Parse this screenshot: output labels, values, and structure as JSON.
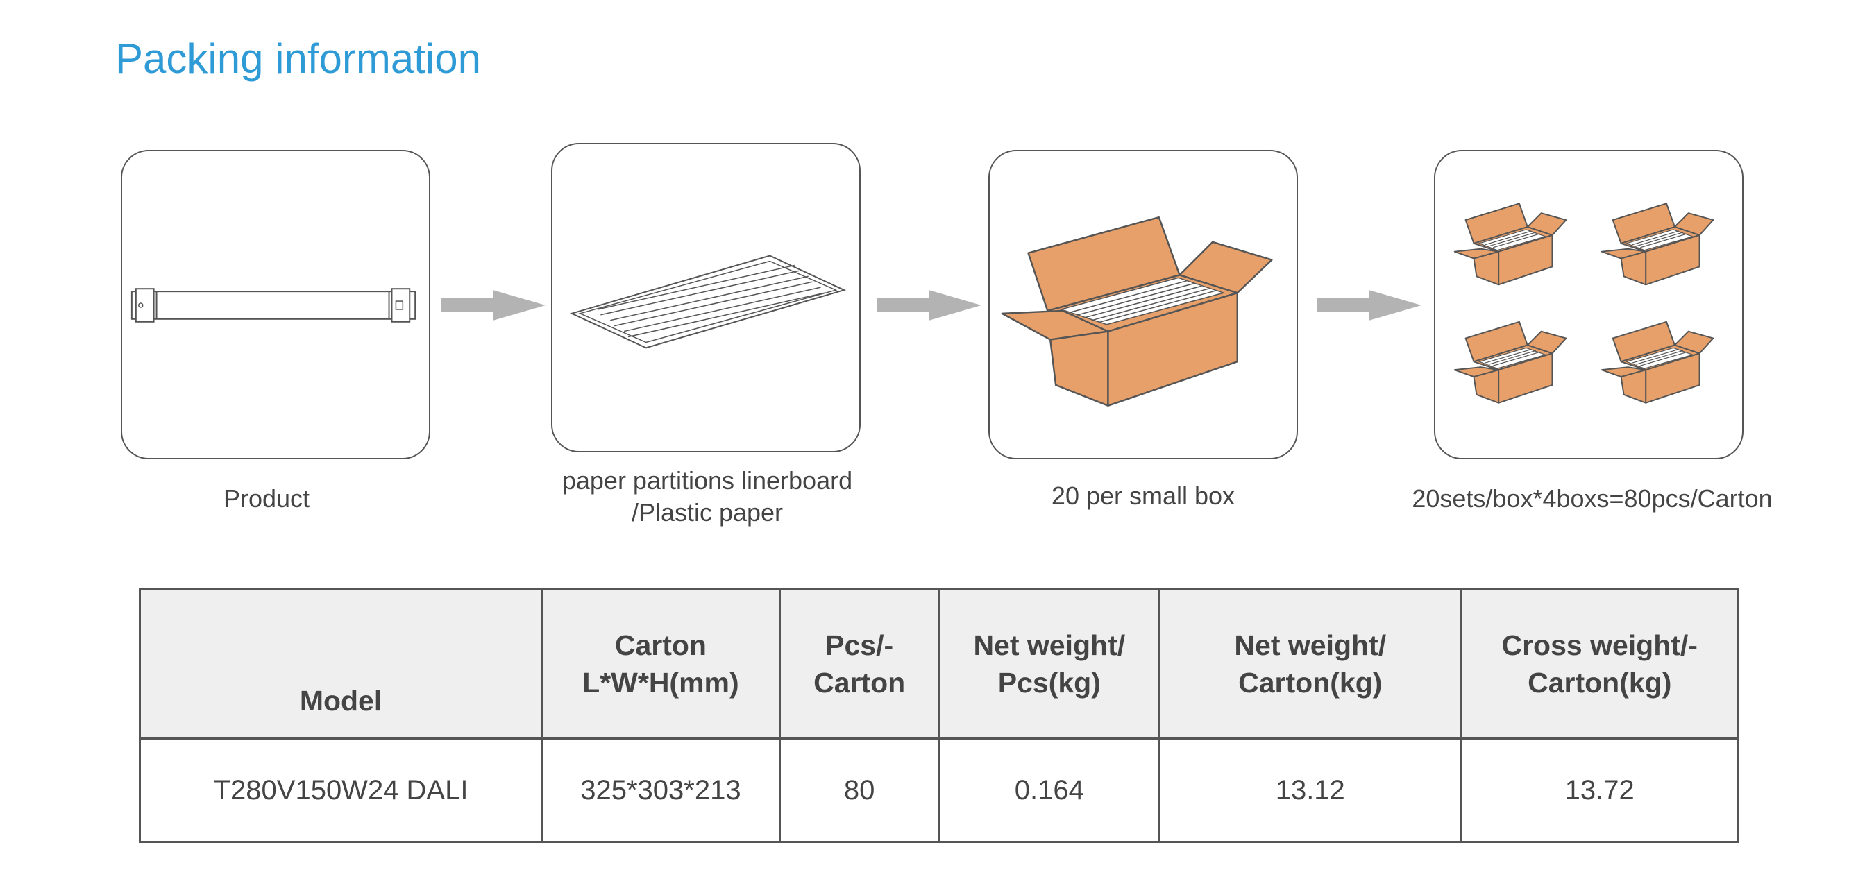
{
  "title": "Packing information",
  "steps": [
    {
      "caption_1": "Product",
      "caption_2": ""
    },
    {
      "caption_1": "paper partitions linerboard",
      "caption_2": "/Plastic paper"
    },
    {
      "caption_1": "20 per small box",
      "caption_2": ""
    },
    {
      "caption_1": "20sets/box*4boxs=80pcs/Carton",
      "caption_2": ""
    }
  ],
  "table": {
    "headers": [
      {
        "line1": "Model",
        "line2": ""
      },
      {
        "line1": "Carton",
        "line2": "L*W*H(mm)"
      },
      {
        "line1": "Pcs/-",
        "line2": "Carton"
      },
      {
        "line1": "Net weight/",
        "line2": "Pcs(kg)"
      },
      {
        "line1": "Net weight/",
        "line2": "Carton(kg)"
      },
      {
        "line1": "Cross weight/-",
        "line2": "Carton(kg)"
      }
    ],
    "rows": [
      [
        "T280V150W24 DALI",
        "325*303*213",
        "80",
        "0.164",
        "13.12",
        "13.72"
      ]
    ]
  },
  "colors": {
    "title": "#2e9bd6",
    "box_fill": "#e8a06a",
    "arrow": "#b3b3b3",
    "header_bg": "#efefef"
  },
  "icons": [
    "driver-product-icon",
    "partition-sheet-icon",
    "open-carton-icon",
    "four-cartons-icon",
    "arrow-right-icon"
  ]
}
